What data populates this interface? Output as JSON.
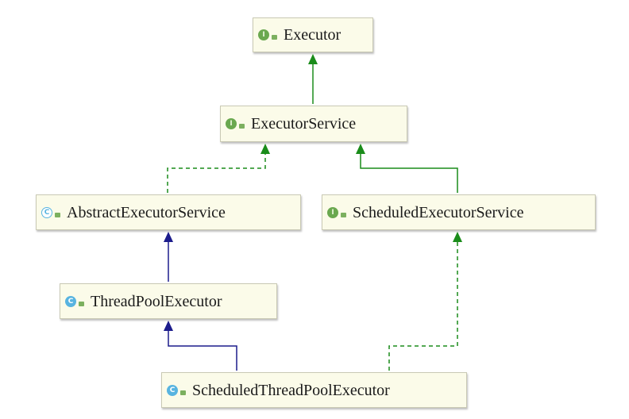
{
  "diagram": {
    "nodes": [
      {
        "id": "executor",
        "name": "Executor",
        "kind": "interface",
        "badge": "I"
      },
      {
        "id": "executor-service",
        "name": "ExecutorService",
        "kind": "interface",
        "badge": "I"
      },
      {
        "id": "abstract-executor-service",
        "name": "AbstractExecutorService",
        "kind": "abstract-class",
        "badge": "C"
      },
      {
        "id": "scheduled-executor-service",
        "name": "ScheduledExecutorService",
        "kind": "interface",
        "badge": "I"
      },
      {
        "id": "thread-pool-executor",
        "name": "ThreadPoolExecutor",
        "kind": "class",
        "badge": "C"
      },
      {
        "id": "scheduled-thread-pool-executor",
        "name": "ScheduledThreadPoolExecutor",
        "kind": "class",
        "badge": "C"
      }
    ],
    "edges": [
      {
        "from": "executor-service",
        "to": "executor",
        "relation": "extends",
        "style": "solid",
        "color": "#1a8c1a"
      },
      {
        "from": "abstract-executor-service",
        "to": "executor-service",
        "relation": "implements",
        "style": "dashed",
        "color": "#1a8c1a"
      },
      {
        "from": "scheduled-executor-service",
        "to": "executor-service",
        "relation": "extends",
        "style": "solid",
        "color": "#1a8c1a"
      },
      {
        "from": "thread-pool-executor",
        "to": "abstract-executor-service",
        "relation": "extends",
        "style": "solid",
        "color": "#1c1c8c"
      },
      {
        "from": "scheduled-thread-pool-executor",
        "to": "thread-pool-executor",
        "relation": "extends",
        "style": "solid",
        "color": "#1c1c8c"
      },
      {
        "from": "scheduled-thread-pool-executor",
        "to": "scheduled-executor-service",
        "relation": "implements",
        "style": "dashed",
        "color": "#1a8c1a"
      }
    ]
  }
}
